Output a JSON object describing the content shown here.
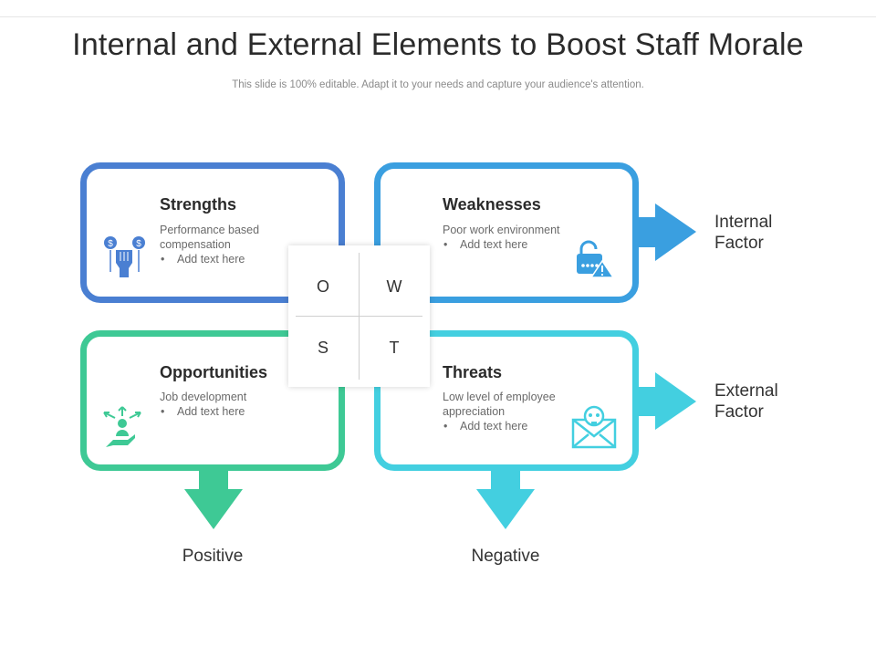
{
  "title": "Internal and External Elements to Boost Staff Morale",
  "subtitle": "This slide is 100% editable. Adapt it to your needs and capture your audience's attention.",
  "colors": {
    "strengths": "#4a7fd2",
    "weaknesses": "#3a9fe0",
    "opportunities": "#3ec995",
    "threats": "#43cfe0",
    "internal_arrow": "#3a9fe0",
    "external_arrow": "#43cfe0",
    "positive_arrow": "#3ec995",
    "negative_arrow": "#43cfe0"
  },
  "boxes": {
    "strengths": {
      "title": "Strengths",
      "desc": "Performance based compensation",
      "bullet": "Add text here",
      "icon": "hand-money-icon"
    },
    "weaknesses": {
      "title": "Weaknesses",
      "desc": "Poor work environment",
      "bullet": "Add text here",
      "icon": "unlocked-padlock-warning-icon"
    },
    "opportunities": {
      "title": "Opportunities",
      "desc": "Job development",
      "bullet": "Add text here",
      "icon": "hand-person-arrows-icon"
    },
    "threats": {
      "title": "Threats",
      "desc": "Low level of employee appreciation",
      "bullet": "Add text here",
      "icon": "envelope-skull-icon"
    }
  },
  "center": {
    "tl": "O",
    "tr": "W",
    "bl": "S",
    "br": "T"
  },
  "labels": {
    "internal": [
      "Internal",
      "Factor"
    ],
    "external": [
      "External",
      "Factor"
    ],
    "positive": "Positive",
    "negative": "Negative"
  }
}
